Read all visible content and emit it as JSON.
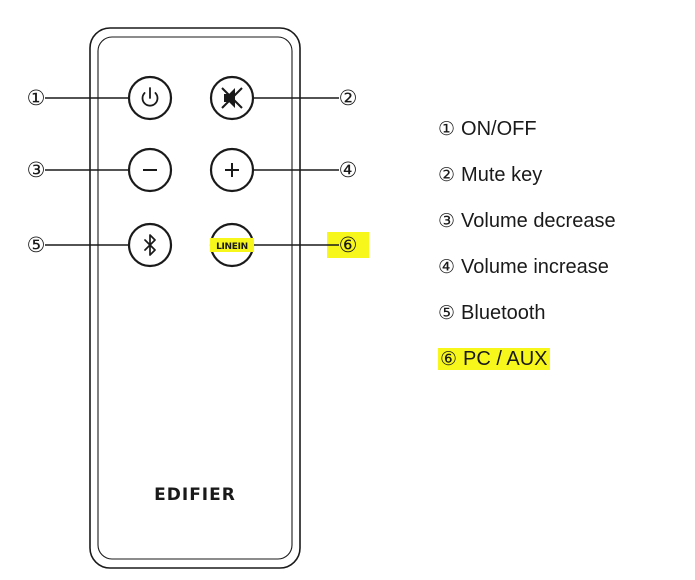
{
  "remote": {
    "brand": "EDIFIER",
    "buttons": [
      {
        "number": "①",
        "icon": "power-icon"
      },
      {
        "number": "②",
        "icon": "mute-icon"
      },
      {
        "number": "③",
        "icon": "minus-icon"
      },
      {
        "number": "④",
        "icon": "plus-icon"
      },
      {
        "number": "⑤",
        "icon": "bluetooth-icon"
      },
      {
        "number": "⑥",
        "icon": "line-in-icon",
        "text": "LINEIN",
        "highlighted": true
      }
    ]
  },
  "legend": [
    {
      "number": "①",
      "label": "ON/OFF"
    },
    {
      "number": "②",
      "label": "Mute key"
    },
    {
      "number": "③",
      "label": "Volume decrease"
    },
    {
      "number": "④",
      "label": "Volume increase"
    },
    {
      "number": "⑤",
      "label": "Bluetooth"
    },
    {
      "number": "⑥",
      "label": "PC / AUX",
      "highlighted": true
    }
  ],
  "colors": {
    "highlight": "#f7f71c",
    "stroke": "#1a1a1a"
  }
}
